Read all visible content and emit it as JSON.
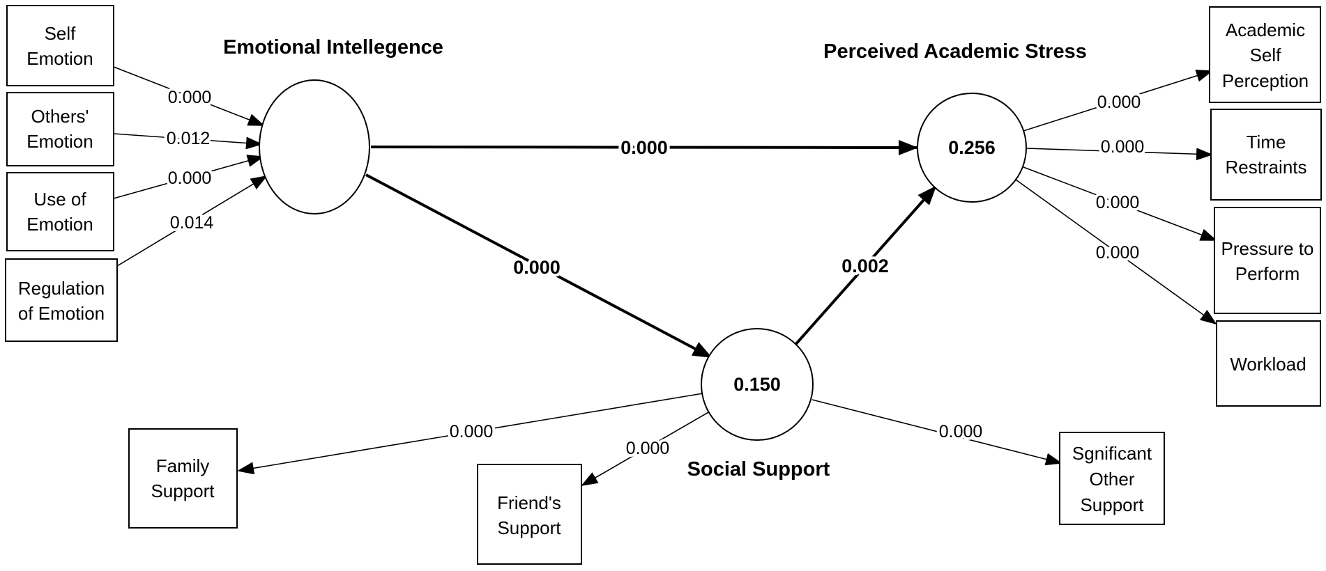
{
  "constructs": {
    "ei": {
      "title": "Emotional Intellegence",
      "r2": ""
    },
    "pas": {
      "title": "Perceived Academic Stress",
      "r2": "0.256"
    },
    "ss": {
      "title": "Social Support",
      "r2": "0.150"
    }
  },
  "indicators": {
    "self_emotion": [
      "Self",
      "Emotion"
    ],
    "others_emotion": [
      "Others'",
      "Emotion"
    ],
    "use_emotion": [
      "Use of",
      "Emotion"
    ],
    "regulation_emotion": [
      "Regulation",
      "of Emotion"
    ],
    "academic_self_perception": [
      "Academic",
      "Self",
      "Perception"
    ],
    "time_restraints": [
      "Time",
      "Restraints"
    ],
    "pressure_to_perform": [
      "Pressure to",
      "Perform"
    ],
    "workload": [
      "Workload"
    ],
    "family_support": [
      "Family",
      "Support"
    ],
    "friends_support": [
      "Friend's",
      "Support"
    ],
    "significant_other_support": [
      "Sgnificant",
      "Other",
      "Support"
    ]
  },
  "paths": {
    "self_emotion_ei": "0.000",
    "others_emotion_ei": "0.012",
    "use_emotion_ei": "0.000",
    "regulation_emotion_ei": "0.014",
    "ei_pas": "0.000",
    "ei_ss": "0.000",
    "ss_pas": "0.002",
    "pas_academic_self_perception": "0.000",
    "pas_time_restraints": "0.000",
    "pas_pressure_to_perform": "0.000",
    "pas_workload": "0.000",
    "ss_family_support": "0.000",
    "ss_friends_support": "0.000",
    "ss_significant_other_support": "0.000"
  }
}
